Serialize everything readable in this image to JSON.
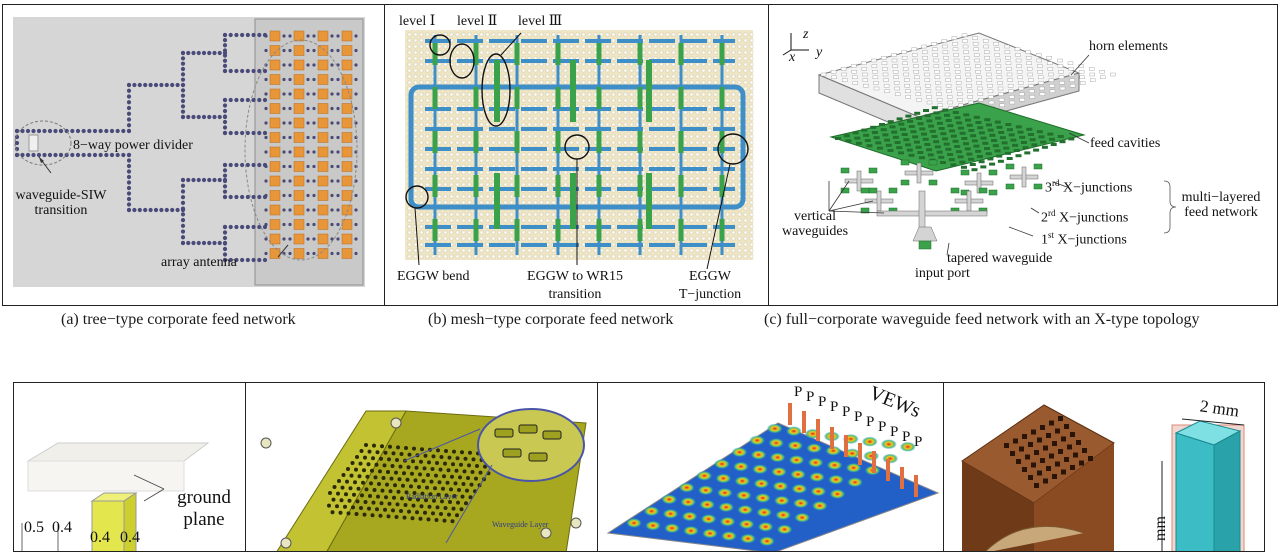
{
  "panel_a": {
    "labels": {
      "power_divider": "8−way power divider",
      "transition_line1": "waveguide-SIW",
      "transition_line2": "transition",
      "array_antenna": "array antenna"
    },
    "caption": "(a) tree−type corporate feed network"
  },
  "panel_b": {
    "labels": {
      "level1": "level Ⅰ",
      "level2": "level Ⅱ",
      "level3": "level Ⅲ",
      "bend": "EGGW bend",
      "wr15_line1": "EGGW to WR15",
      "wr15_line2": "transition",
      "tj_line1": "EGGW",
      "tj_line2": "T−junction"
    },
    "caption": "(b) mesh−type corporate feed network"
  },
  "panel_c": {
    "labels": {
      "axis_z": "z",
      "axis_x": "x",
      "axis_y": "y",
      "horn": "horn elements",
      "cavities": "feed cavities",
      "x3_num": "3",
      "x3_sup": "rd",
      "x3_text": " X−junctions",
      "x2_num": "2",
      "x2_sup": "rd",
      "x2_text": " X−junctions",
      "x1_num": "1",
      "x1_sup": "st",
      "x1_text": " X−junctions",
      "multi_line1": "multi−layered",
      "multi_line2": "feed network",
      "vertical_line1": "vertical",
      "vertical_line2": "waveguides",
      "tapered": "tapered waveguide",
      "input": "input port"
    },
    "caption": "(c) full−corporate waveguide feed network with  an X-type topology"
  },
  "panel_d": {
    "labels": {
      "ground_line1": "ground",
      "ground_line2": "plane",
      "dim_05": "0.5",
      "dim_04a": "0.4",
      "dim_04b": "0.4",
      "dim_04c": "0.4"
    }
  },
  "panel_e": {
    "labels": {
      "radiation_layer": "Radiation Layer",
      "waveguide_layer": "Waveguide Layer"
    }
  },
  "panel_f": {
    "labels": {
      "vews": "VEWs",
      "p_labels": [
        "P",
        "P",
        "P",
        "P",
        "P",
        "P",
        "P",
        "P",
        "P",
        "P",
        "P"
      ]
    }
  },
  "panel_g": {
    "labels": {
      "dim_2mm": "2 mm",
      "dim_mm": "mm"
    }
  },
  "colors": {
    "panel_a_bg": "#d6d6d6",
    "via": "#4a4a7a",
    "orange": "#e8963a",
    "eggw_bg": "#efe6c8",
    "blue": "#3e8fc8",
    "green": "#3aa24a",
    "yellow_plate": "#a8a820",
    "copper": "#8a4a22"
  }
}
